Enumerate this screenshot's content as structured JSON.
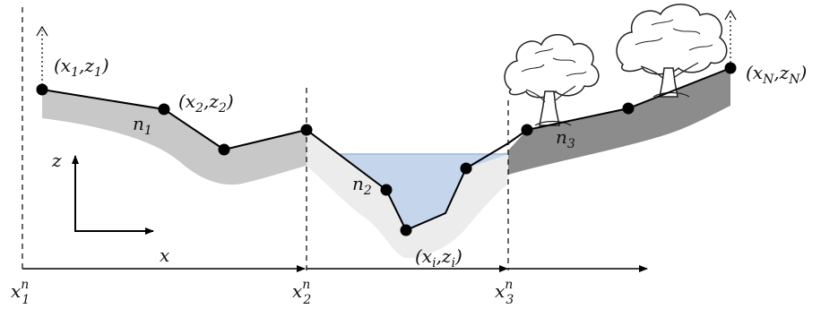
{
  "labels": {
    "p1": {
      "base": "(x",
      "sub1": "1",
      "mid": ",z",
      "sub2": "1",
      "end": ")"
    },
    "p2": {
      "base": "(x",
      "sub1": "2",
      "mid": ",z",
      "sub2": "2",
      "end": ")"
    },
    "pi": {
      "base": "(x",
      "sub1": "i",
      "mid": ",z",
      "sub2": "i",
      "end": ")"
    },
    "pN": {
      "base": "(x",
      "sub1": "N",
      "mid": ",z",
      "sub2": "N",
      "end": ")"
    },
    "n1": {
      "base": "n",
      "sub": "1"
    },
    "n2": {
      "base": "n",
      "sub": "2"
    },
    "n3": {
      "base": "n",
      "sub": "3"
    },
    "z_axis": "z",
    "x_axis": "x",
    "xn1": {
      "base": "x",
      "sup": "n",
      "sub": "1"
    },
    "xn2": {
      "base": "x",
      "sup": "n",
      "sub": "2"
    },
    "xn3": {
      "base": "x",
      "sup": "n",
      "sub": "3"
    }
  },
  "colors": {
    "segment1_fill": "#c8c8c8",
    "segment2_fill": "#ececec",
    "segment3_fill": "#8c8c8c",
    "water_fill": "#c5d6ec",
    "water_line": "#9bb7dc",
    "line": "#000000"
  },
  "icons": [
    "tree-icon",
    "tree-icon"
  ]
}
